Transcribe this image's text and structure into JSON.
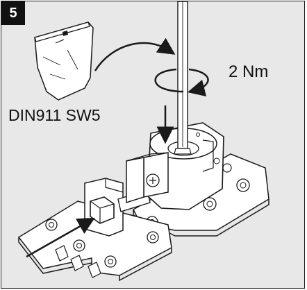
{
  "step": {
    "number": "5"
  },
  "labels": {
    "torque": "2 Nm",
    "part": "DIN911 SW5"
  },
  "colors": {
    "panel_background": "#e8e8e8",
    "badge_background": "#111111",
    "badge_text": "#ffffff",
    "line": "#1a1a1a",
    "part_fill": "#ffffff"
  }
}
